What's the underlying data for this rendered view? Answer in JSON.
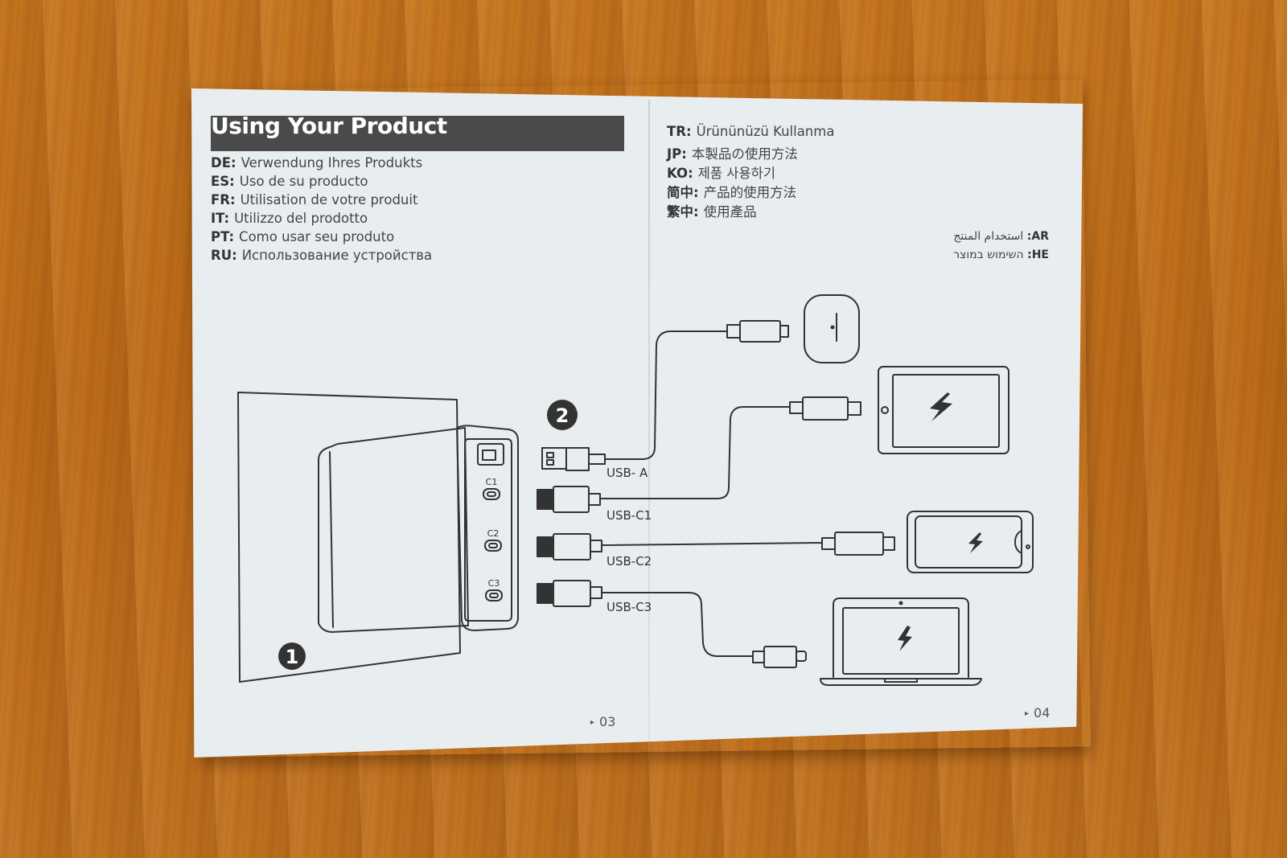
{
  "title": "Using Your Product",
  "left_languages": [
    {
      "code": "DE:",
      "text": "Verwendung Ihres Produkts"
    },
    {
      "code": "ES:",
      "text": "Uso de su producto"
    },
    {
      "code": "FR:",
      "text": "Utilisation de votre produit"
    },
    {
      "code": "IT:",
      "text": "Utilizzo del prodotto"
    },
    {
      "code": "PT:",
      "text": "Como usar seu produto"
    },
    {
      "code": "RU:",
      "text": "Использование устройства"
    }
  ],
  "right_languages": [
    {
      "code": "TR:",
      "text": "Ürününüzü Kullanma"
    },
    {
      "code": "JP:",
      "text": "本製品の使用方法"
    },
    {
      "code": "KO:",
      "text": "제품 사용하기"
    },
    {
      "code": "简中:",
      "text": "产品的使用方法"
    },
    {
      "code": "繁中:",
      "text": "使用產品"
    }
  ],
  "rtl_languages": [
    {
      "code": ":AR",
      "text": "استخدام المنتج"
    },
    {
      "code": ":HE",
      "text": "השימוש במוצר"
    }
  ],
  "ports": {
    "usb_a": "USB- A",
    "usb_c1": "USB-C1",
    "usb_c2": "USB-C2",
    "usb_c3": "USB-C3"
  },
  "charger_port_labels": {
    "c1": "C1",
    "c2": "C2",
    "c3": "C3"
  },
  "steps": {
    "step1": "1",
    "step2": "2"
  },
  "page_numbers": {
    "left": "03",
    "right": "04"
  },
  "device_icons": [
    "earbuds-case-icon",
    "tablet-icon",
    "phone-icon",
    "laptop-icon",
    "charging-bolt-icon"
  ],
  "colors": {
    "paper": "#e8edf0",
    "ink": "#333333",
    "title_bar": "#4a4a4a",
    "wood": "#c27320"
  }
}
